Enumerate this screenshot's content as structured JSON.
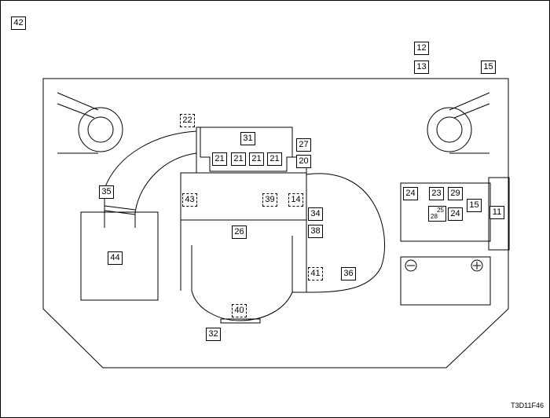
{
  "diagram_code": "T3D11F46",
  "labels": {
    "l42": "42",
    "l12": "12",
    "l13": "13",
    "l15a": "15",
    "l22": "22",
    "l31": "31",
    "l27": "27",
    "l20": "20",
    "l21a": "21",
    "l21b": "21",
    "l21c": "21",
    "l21d": "21",
    "l35": "35",
    "l43": "43",
    "l39": "39",
    "l14": "14",
    "l34": "34",
    "l38": "38",
    "l26": "26",
    "l44": "44",
    "l41": "41",
    "l36": "36",
    "l40": "40",
    "l32": "32",
    "l24a": "24",
    "l23": "23",
    "l29": "29",
    "l25": "25",
    "l28": "28",
    "l24b": "24",
    "l15b": "15",
    "l11": "11"
  }
}
